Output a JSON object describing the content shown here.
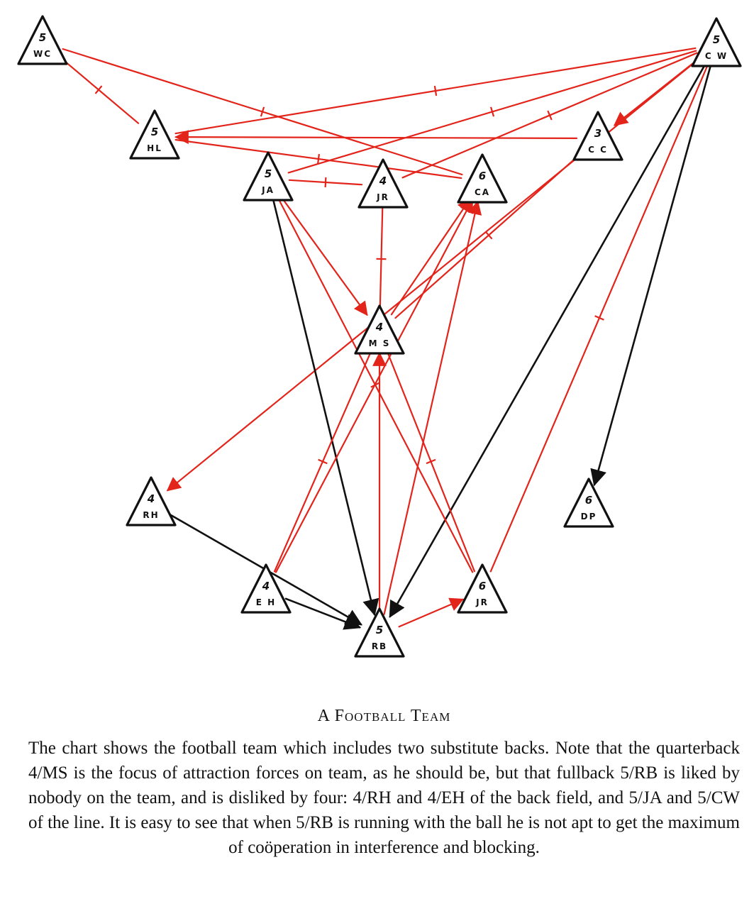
{
  "colors": {
    "attraction": "#e3241b",
    "repulsion": "#111111",
    "node_stroke": "#111111"
  },
  "diagram": {
    "nodes": [
      {
        "id": "WC",
        "number": "5",
        "code": "WC"
      },
      {
        "id": "CW",
        "number": "5",
        "code": "C W"
      },
      {
        "id": "HL",
        "number": "5",
        "code": "HL"
      },
      {
        "id": "CC",
        "number": "3",
        "code": "C C"
      },
      {
        "id": "JA",
        "number": "5",
        "code": "JA"
      },
      {
        "id": "JR1",
        "number": "4",
        "code": "JR"
      },
      {
        "id": "CA",
        "number": "6",
        "code": "CA"
      },
      {
        "id": "MS",
        "number": "4",
        "code": "M S"
      },
      {
        "id": "RH",
        "number": "4",
        "code": "RH"
      },
      {
        "id": "DP",
        "number": "6",
        "code": "DP"
      },
      {
        "id": "EH",
        "number": "4",
        "code": "E H"
      },
      {
        "id": "JR2",
        "number": "6",
        "code": "JR"
      },
      {
        "id": "RB",
        "number": "5",
        "code": "RB"
      }
    ],
    "edges": [
      {
        "from": "WC",
        "to": "HL",
        "kind": "attraction",
        "arrow": "none"
      },
      {
        "from": "WC",
        "to": "CA",
        "kind": "attraction",
        "arrow": "none"
      },
      {
        "from": "CC",
        "to": "HL",
        "kind": "attraction",
        "arrow": "end"
      },
      {
        "from": "HL",
        "to": "CA",
        "kind": "attraction",
        "arrow": "none"
      },
      {
        "from": "CW",
        "to": "JA",
        "kind": "attraction",
        "arrow": "none"
      },
      {
        "from": "CW",
        "to": "JR1",
        "kind": "attraction",
        "arrow": "none"
      },
      {
        "from": "CW",
        "to": "HL",
        "kind": "attraction",
        "arrow": "none"
      },
      {
        "from": "CW",
        "to": "CC",
        "kind": "attraction",
        "arrow": "end"
      },
      {
        "from": "CW",
        "to": "RH",
        "kind": "attraction",
        "arrow": "end"
      },
      {
        "from": "CW",
        "to": "JR2",
        "kind": "attraction",
        "arrow": "none"
      },
      {
        "from": "CW",
        "to": "RB",
        "kind": "repulsion",
        "arrow": "end"
      },
      {
        "from": "CW",
        "to": "DP",
        "kind": "repulsion",
        "arrow": "end"
      },
      {
        "from": "JA",
        "to": "JR1",
        "kind": "attraction",
        "arrow": "none"
      },
      {
        "from": "JA",
        "to": "MS",
        "kind": "attraction",
        "arrow": "end"
      },
      {
        "from": "JA",
        "to": "JR2",
        "kind": "attraction",
        "arrow": "none"
      },
      {
        "from": "JA",
        "to": "RB",
        "kind": "repulsion",
        "arrow": "end"
      },
      {
        "from": "JR1",
        "to": "MS",
        "kind": "attraction",
        "arrow": "none"
      },
      {
        "from": "CC",
        "to": "MS",
        "kind": "attraction",
        "arrow": "none"
      },
      {
        "from": "MS",
        "to": "CA",
        "kind": "attraction",
        "arrow": "end"
      },
      {
        "from": "MS",
        "to": "EH",
        "kind": "attraction",
        "arrow": "none"
      },
      {
        "from": "MS",
        "to": "JR2",
        "kind": "attraction",
        "arrow": "none"
      },
      {
        "from": "EH",
        "to": "CA",
        "kind": "attraction",
        "arrow": "end"
      },
      {
        "from": "RB",
        "to": "CA",
        "kind": "attraction",
        "arrow": "end"
      },
      {
        "from": "RB",
        "to": "MS",
        "kind": "attraction",
        "arrow": "end"
      },
      {
        "from": "RB",
        "to": "JR2",
        "kind": "attraction",
        "arrow": "end"
      },
      {
        "from": "RH",
        "to": "RB",
        "kind": "repulsion",
        "arrow": "end"
      },
      {
        "from": "EH",
        "to": "RB",
        "kind": "repulsion",
        "arrow": "end"
      }
    ]
  },
  "caption": {
    "title": "A Football Team",
    "body": "The chart shows the football team which includes two substitute backs. Note that the quarterback 4/MS is the focus of attraction forces on team, as he should be, but that fullback 5/RB is liked by nobody on the team, and is disliked by four: 4/RH and 4/EH of the back field, and 5/JA and 5/CW of the line. It is easy to see that when 5/RB is running with the ball he is not apt to get the maximum of coöperation in interference and blocking."
  }
}
